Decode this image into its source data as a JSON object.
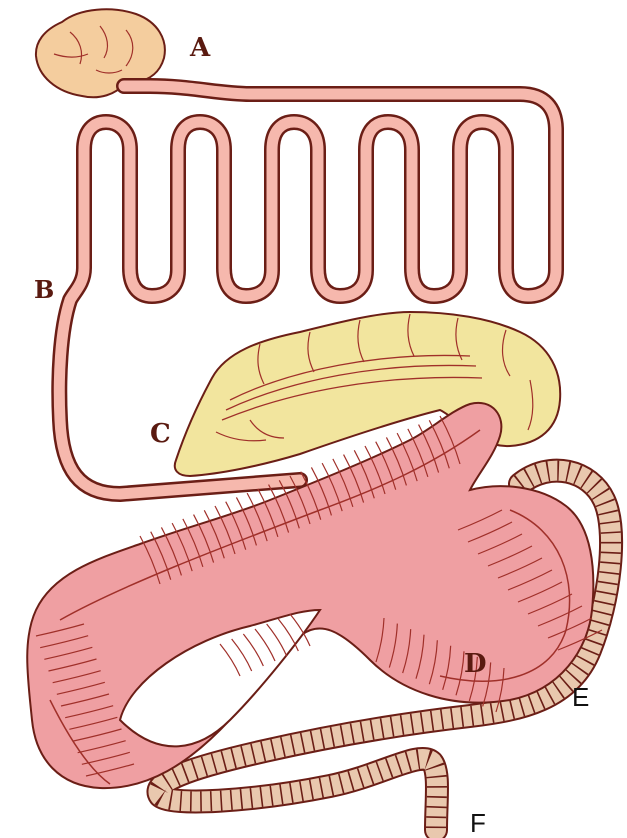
{
  "labels": {
    "a": "A",
    "b": "B",
    "c": "C",
    "d": "D",
    "e": "E",
    "f": "F"
  },
  "colors": {
    "stomach_fill": "#f4cd9e",
    "small_intestine_fill": "#f6b8ad",
    "cecum_fill": "#f2e59e",
    "large_colon_fill": "#ef9fa2",
    "small_colon_fill": "#e9c8ae",
    "outline": "#6b1e16",
    "fold_line": "#a0302a"
  }
}
